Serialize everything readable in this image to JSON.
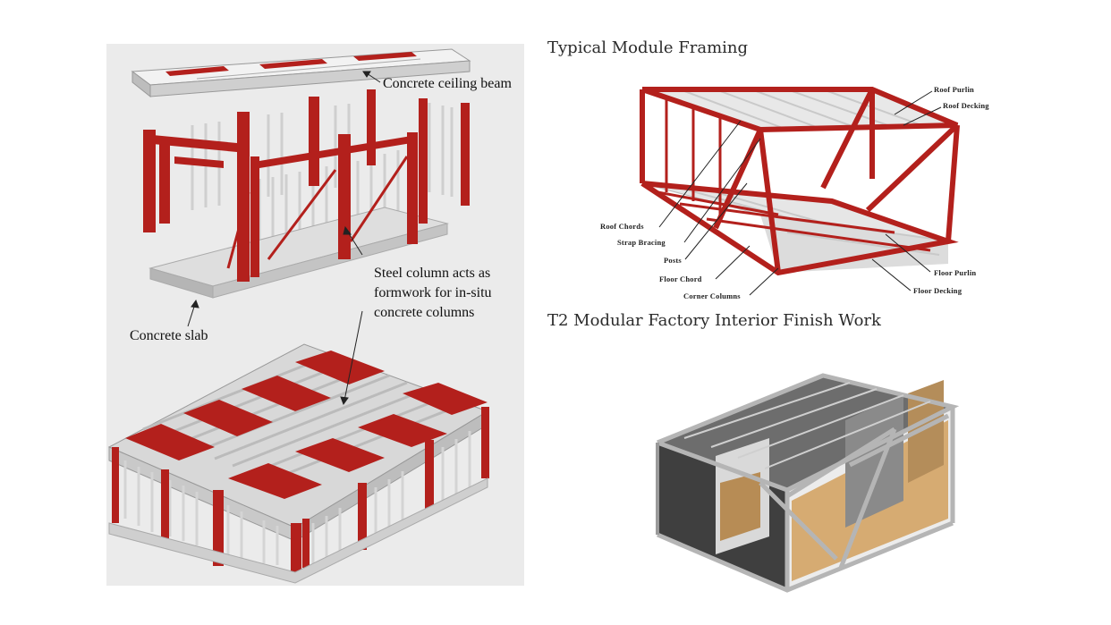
{
  "left_panel": {
    "labels": {
      "ceiling_beam": "Concrete ceiling beam",
      "steel_column_line1": "Steel column acts as",
      "steel_column_line2": "formwork for in-situ",
      "steel_column_line3": "concrete columns",
      "concrete_slab": "Concrete slab"
    }
  },
  "framing_diagram": {
    "title": "Typical Module Framing",
    "labels": {
      "roof_purlin": "Roof Purlin",
      "roof_decking": "Roof Decking",
      "roof_chords": "Roof Chords",
      "strap_bracing": "Strap Bracing",
      "posts": "Posts",
      "floor_chord": "Floor Chord",
      "corner_columns": "Corner Columns",
      "floor_purlin": "Floor Purlin",
      "floor_decking": "Floor Decking"
    }
  },
  "interior_section": {
    "title": "T2 Modular Factory Interior Finish Work"
  },
  "colors": {
    "steel_red": "#b3201c",
    "light_steel": "#d8d8d8",
    "panel_bg": "#ebebeb",
    "floor_wood": "#d6ab72"
  }
}
